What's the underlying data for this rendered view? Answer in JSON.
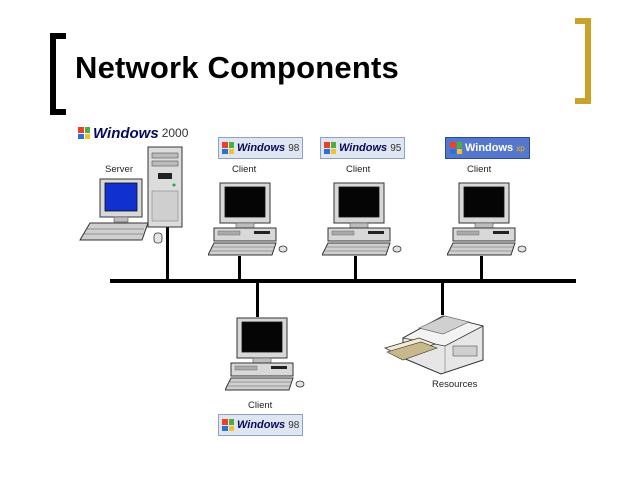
{
  "title": "Network Components",
  "labels": {
    "server": "Server",
    "client_98_top": "Client",
    "client_95": "Client",
    "client_xp": "Client",
    "client_98_bottom": "Client",
    "resources": "Resources"
  },
  "logos": {
    "server": {
      "brand": "Windows",
      "version": "2000"
    },
    "client_98_top": {
      "brand": "Windows",
      "version": "98"
    },
    "client_95": {
      "brand": "Windows",
      "version": "95"
    },
    "client_xp": {
      "brand": "Windows",
      "version": "xp"
    },
    "client_98_bottom": {
      "brand": "Windows",
      "version": "98"
    }
  },
  "colors": {
    "bracket_left": "#000000",
    "bracket_right": "#c9a227",
    "monitor_body": "#d8d8d8",
    "screen": "#050505",
    "server_screen": "#1030d0"
  }
}
